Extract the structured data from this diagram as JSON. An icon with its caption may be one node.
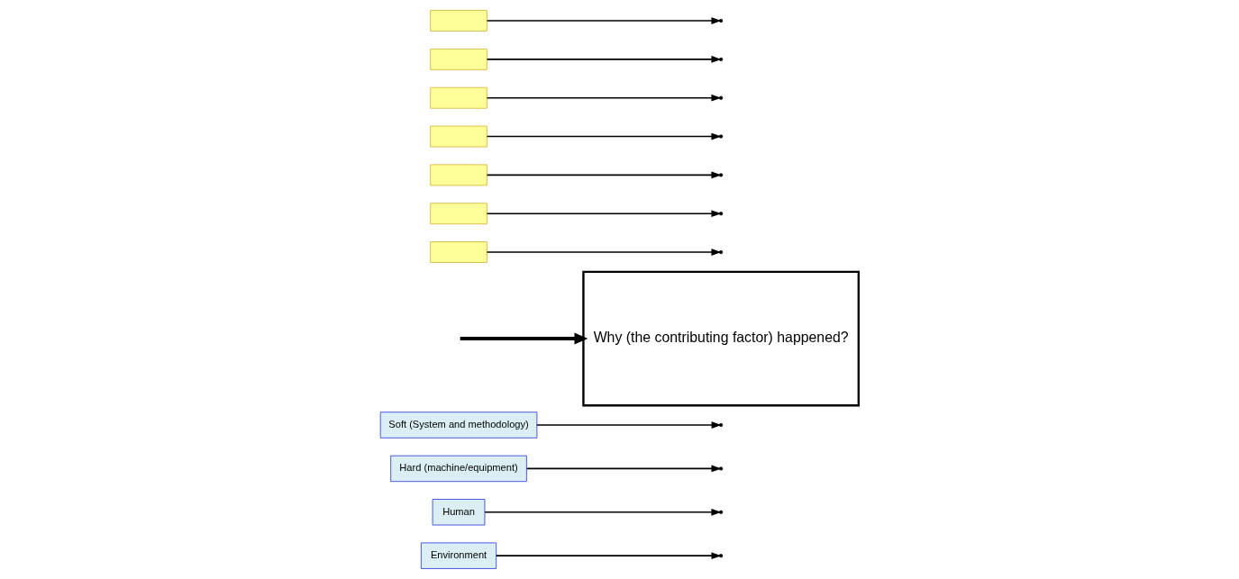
{
  "diagram": {
    "nodes": [
      {
        "text": [
          "Environment"
        ]
      },
      {
        "text": [
          "Human"
        ]
      },
      {
        "text": [
          "Hard (machine/equipment)"
        ]
      },
      {
        "text": [
          "Soft (System and methodology)"
        ]
      },
      {
        "text": [
          "Why (the contributing factor) happened?"
        ]
      },
      {
        "text": [],
        "shape": "box"
      },
      {
        "text": [],
        "shape": "box"
      },
      {
        "text": [],
        "shape": "box"
      },
      {
        "text": [],
        "shape": "box"
      },
      {
        "text": [],
        "shape": "box"
      },
      {
        "text": [],
        "shape": "box"
      },
      {
        "text": [],
        "shape": "box"
      }
    ],
    "edges": [
      {
        "from": null,
        "to": 4,
        "arrow": "to",
        "style": "thick"
      },
      {
        "from": 0,
        "to": null,
        "arrow": "to"
      },
      {
        "from": 1,
        "to": null,
        "arrow": "to"
      },
      {
        "from": 2,
        "to": null,
        "arrow": "to"
      },
      {
        "from": 3,
        "to": null,
        "arrow": "to"
      },
      {
        "from": 5,
        "to": null,
        "arrow": "to"
      },
      {
        "from": 6,
        "to": null,
        "arrow": "to"
      },
      {
        "from": 7,
        "to": null,
        "arrow": "to"
      },
      {
        "from": 8,
        "to": null,
        "arrow": "to"
      },
      {
        "from": 9,
        "to": null,
        "arrow": "to"
      },
      {
        "from": 10,
        "to": null,
        "arrow": "to"
      },
      {
        "from": 11,
        "to": null,
        "arrow": "to"
      }
    ]
  }
}
